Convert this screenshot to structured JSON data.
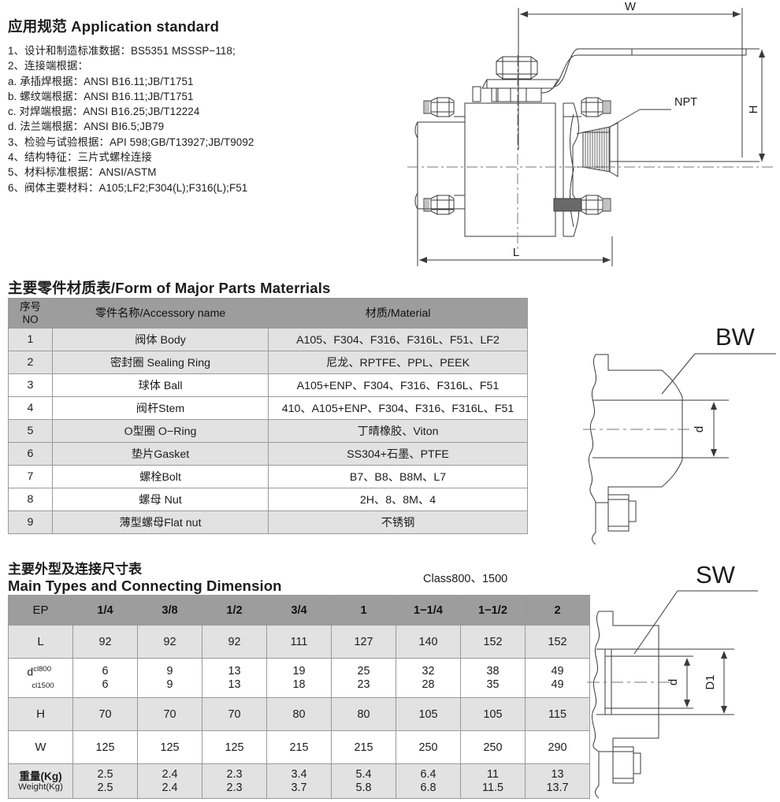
{
  "app_standard": {
    "title": "应用规范 Application standard",
    "items": [
      "1、设计和制造标准数据：BS5351 MSSSP−118;",
      "2、连接端根据：",
      "a. 承插焊根据：ANSI B16.11;JB/T1751",
      "b. 螺纹端根据：ANSI B16.11;JB/T1751",
      "c. 对焊端根据：ANSI B16.25;JB/T12224",
      "d. 法兰端根据：ANSI BI6.5;JB79",
      "3、检验与试验根据：API 598;GB/T13927;JB/T9092",
      "4、结构特征：三片式螺栓连接",
      "5、材料标准根据：ANSI/ASTM",
      "6、阀体主要材料：A105;LF2;F304(L);F316(L);F51"
    ]
  },
  "parts_table": {
    "title": "主要零件材质表/Form of Major Parts Materrials",
    "headers": {
      "no_cn": "序号",
      "no_en": "NO",
      "name": "零件名称/Accessory name",
      "material": "材质/Material"
    },
    "rows": [
      {
        "no": "1",
        "name": "阀体 Body",
        "material": "A105、F304、F316、F316L、F51、LF2"
      },
      {
        "no": "2",
        "name": "密封圈 Sealing Ring",
        "material": "尼龙、RPTFE、PPL、PEEK"
      },
      {
        "no": "3",
        "name": "球体 Ball",
        "material": "A105+ENP、F304、F316、F316L、F51"
      },
      {
        "no": "4",
        "name": "阀杆Stem",
        "material": "410、A105+ENP、F304、F316、F316L、F51"
      },
      {
        "no": "5",
        "name": "O型圈 O−Ring",
        "material": "丁晴橡胶、Viton"
      },
      {
        "no": "6",
        "name": "垫片Gasket",
        "material": "SS304+石墨、PTFE"
      },
      {
        "no": "7",
        "name": "螺栓Bolt",
        "material": "B7、B8、B8M、L7"
      },
      {
        "no": "8",
        "name": "螺母 Nut",
        "material": "2H、8、8M、4"
      },
      {
        "no": "9",
        "name": "薄型螺母Flat nut",
        "material": "不锈钢"
      }
    ]
  },
  "dims_table": {
    "title_cn": "主要外型及连接尺寸表",
    "title_en": "Main Types and Connecting Dimension",
    "class_label": "Class800、1500",
    "header_label": "EP",
    "sizes": [
      "1/4",
      "3/8",
      "1/2",
      "3/4",
      "1",
      "1−1/4",
      "1−1/2",
      "2"
    ],
    "rows": [
      {
        "label": "L",
        "values": [
          "92",
          "92",
          "92",
          "111",
          "127",
          "140",
          "152",
          "152"
        ]
      },
      {
        "label": "d",
        "label_sup": "cl800",
        "label_sub": "cl1500",
        "values_top": [
          "6",
          "9",
          "13",
          "19",
          "25",
          "32",
          "38",
          "49"
        ],
        "values_bottom": [
          "6",
          "9",
          "13",
          "18",
          "23",
          "28",
          "35",
          "49"
        ]
      },
      {
        "label": "H",
        "values": [
          "70",
          "70",
          "70",
          "80",
          "80",
          "105",
          "105",
          "115"
        ]
      },
      {
        "label": "W",
        "values": [
          "125",
          "125",
          "125",
          "215",
          "215",
          "250",
          "250",
          "290"
        ]
      },
      {
        "label_cn": "重量(Kg)",
        "label_en": "Weight(Kg)",
        "values_top": [
          "2.5",
          "2.4",
          "2.3",
          "3.4",
          "5.4",
          "6.4",
          "11",
          "13"
        ],
        "values_bottom": [
          "2.5",
          "2.4",
          "2.3",
          "3.7",
          "5.8",
          "6.8",
          "11.5",
          "13.7"
        ]
      }
    ]
  },
  "drawings": {
    "valve": {
      "label_w": "W",
      "label_h": "H",
      "label_l": "L",
      "label_npt": "NPT"
    },
    "bw": {
      "title": "BW",
      "label_d": "d"
    },
    "sw": {
      "title": "SW",
      "label_d": "d",
      "label_d1": "D1"
    }
  },
  "colors": {
    "header_gray": "#9d9d9d",
    "row_shade": "#e2e2e2",
    "border": "#9a9a9a",
    "text": "#1c1c1c"
  }
}
